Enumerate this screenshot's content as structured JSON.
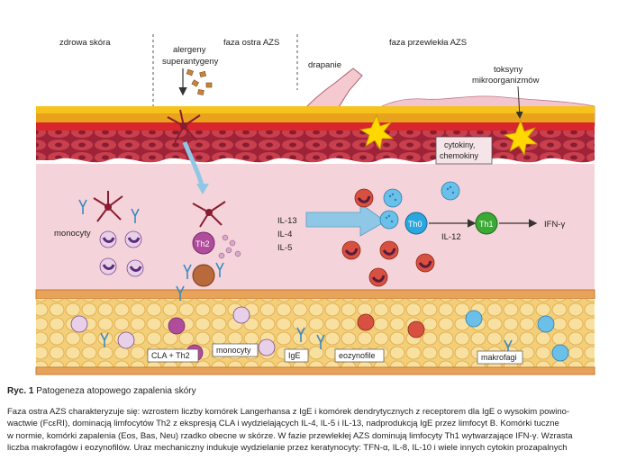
{
  "labels": {
    "healthy_skin": "zdrowa skóra",
    "acute_phase": "faza ostra AZS",
    "chronic_phase": "faza przewlekła AZS",
    "allergens": "alergeny",
    "superantigens": "superantygeny",
    "scratching": "drapanie",
    "toxins": "toksyny",
    "microorganisms": "mikroorganizmów",
    "cytokines": "cytokiny,",
    "chemokines": "chemokiny",
    "monocytes_left": "monocyty",
    "th2": "Th2",
    "il13": "IL-13",
    "il4": "IL-4",
    "il5": "IL-5",
    "th0": "Th0",
    "th1": "Th1",
    "il12": "IL-12",
    "ifn": "IFN-γ",
    "cla_th2": "CLA + Th2",
    "monocytes_bottom": "monocyty",
    "ige": "IgE",
    "eosinophils": "eozynofile",
    "macrophages": "makrofagi"
  },
  "caption": {
    "prefix": "Ryc. 1",
    "title": " Patogeneza atopowego zapalenia skóry",
    "line1": "Faza ostra AZS charakteryzuje się: wzrostem liczby komórek Langerhansa z IgE i komórek dendrytycznych z receptorem dla IgE o wysokim powino-",
    "line2": "wactwie (FcεRI), dominacją limfocytów Th2 z ekspresją CLA i wydzielających IL-4, IL-5 i IL-13, nadprodukcją IgE przez limfocyt B. Komórki tuczne",
    "line3": "w normie, komórki zapalenia (Eos, Bas, Neu) rzadko obecne w skórze. W fazie przewlekłej AZS dominują limfocyty Th1 wytwarzające IFN-γ. Wzrasta",
    "line4": "liczba makrofagów i eozynofilów. Uraz mechaniczny indukuje wydzielanie przez keratynocyty: TFN-α, IL-8, IL-10 i wiele innych cytokin prozapalnych"
  },
  "colors": {
    "skin_pink": "#f5d3da",
    "stratum_yellow": "#f6c21c",
    "stratum_red": "#d8262c",
    "vessel_yellow": "#f0d27a",
    "vessel_border": "#c77a2a",
    "keratinocyte": "#c1394c",
    "arrow_blue": "#8fc8e6",
    "th0_blue": "#2aa7df",
    "th1_green": "#3aaa35",
    "th2_magenta": "#b04c9c",
    "star_yellow": "#ffd800"
  }
}
